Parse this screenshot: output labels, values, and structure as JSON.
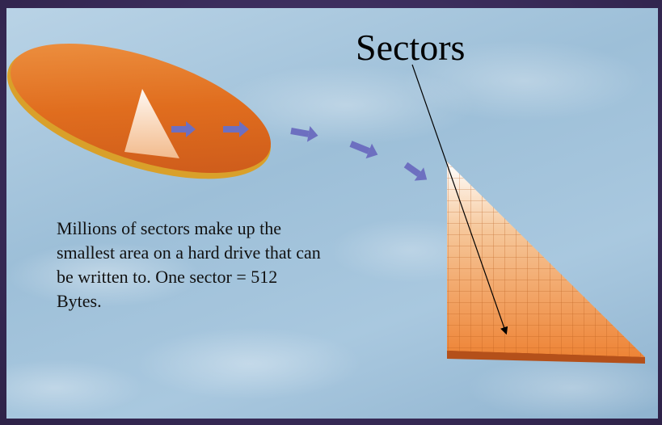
{
  "title": "Sectors",
  "caption_lines": [
    "Millions of sectors make up the",
    "smallest area on a hard drive that can",
    "be written to.  One sector = 512",
    "Bytes."
  ],
  "colors": {
    "platter": "#e06d1e",
    "sector": "#f08a3a",
    "arrow": "#6d6fc0"
  }
}
